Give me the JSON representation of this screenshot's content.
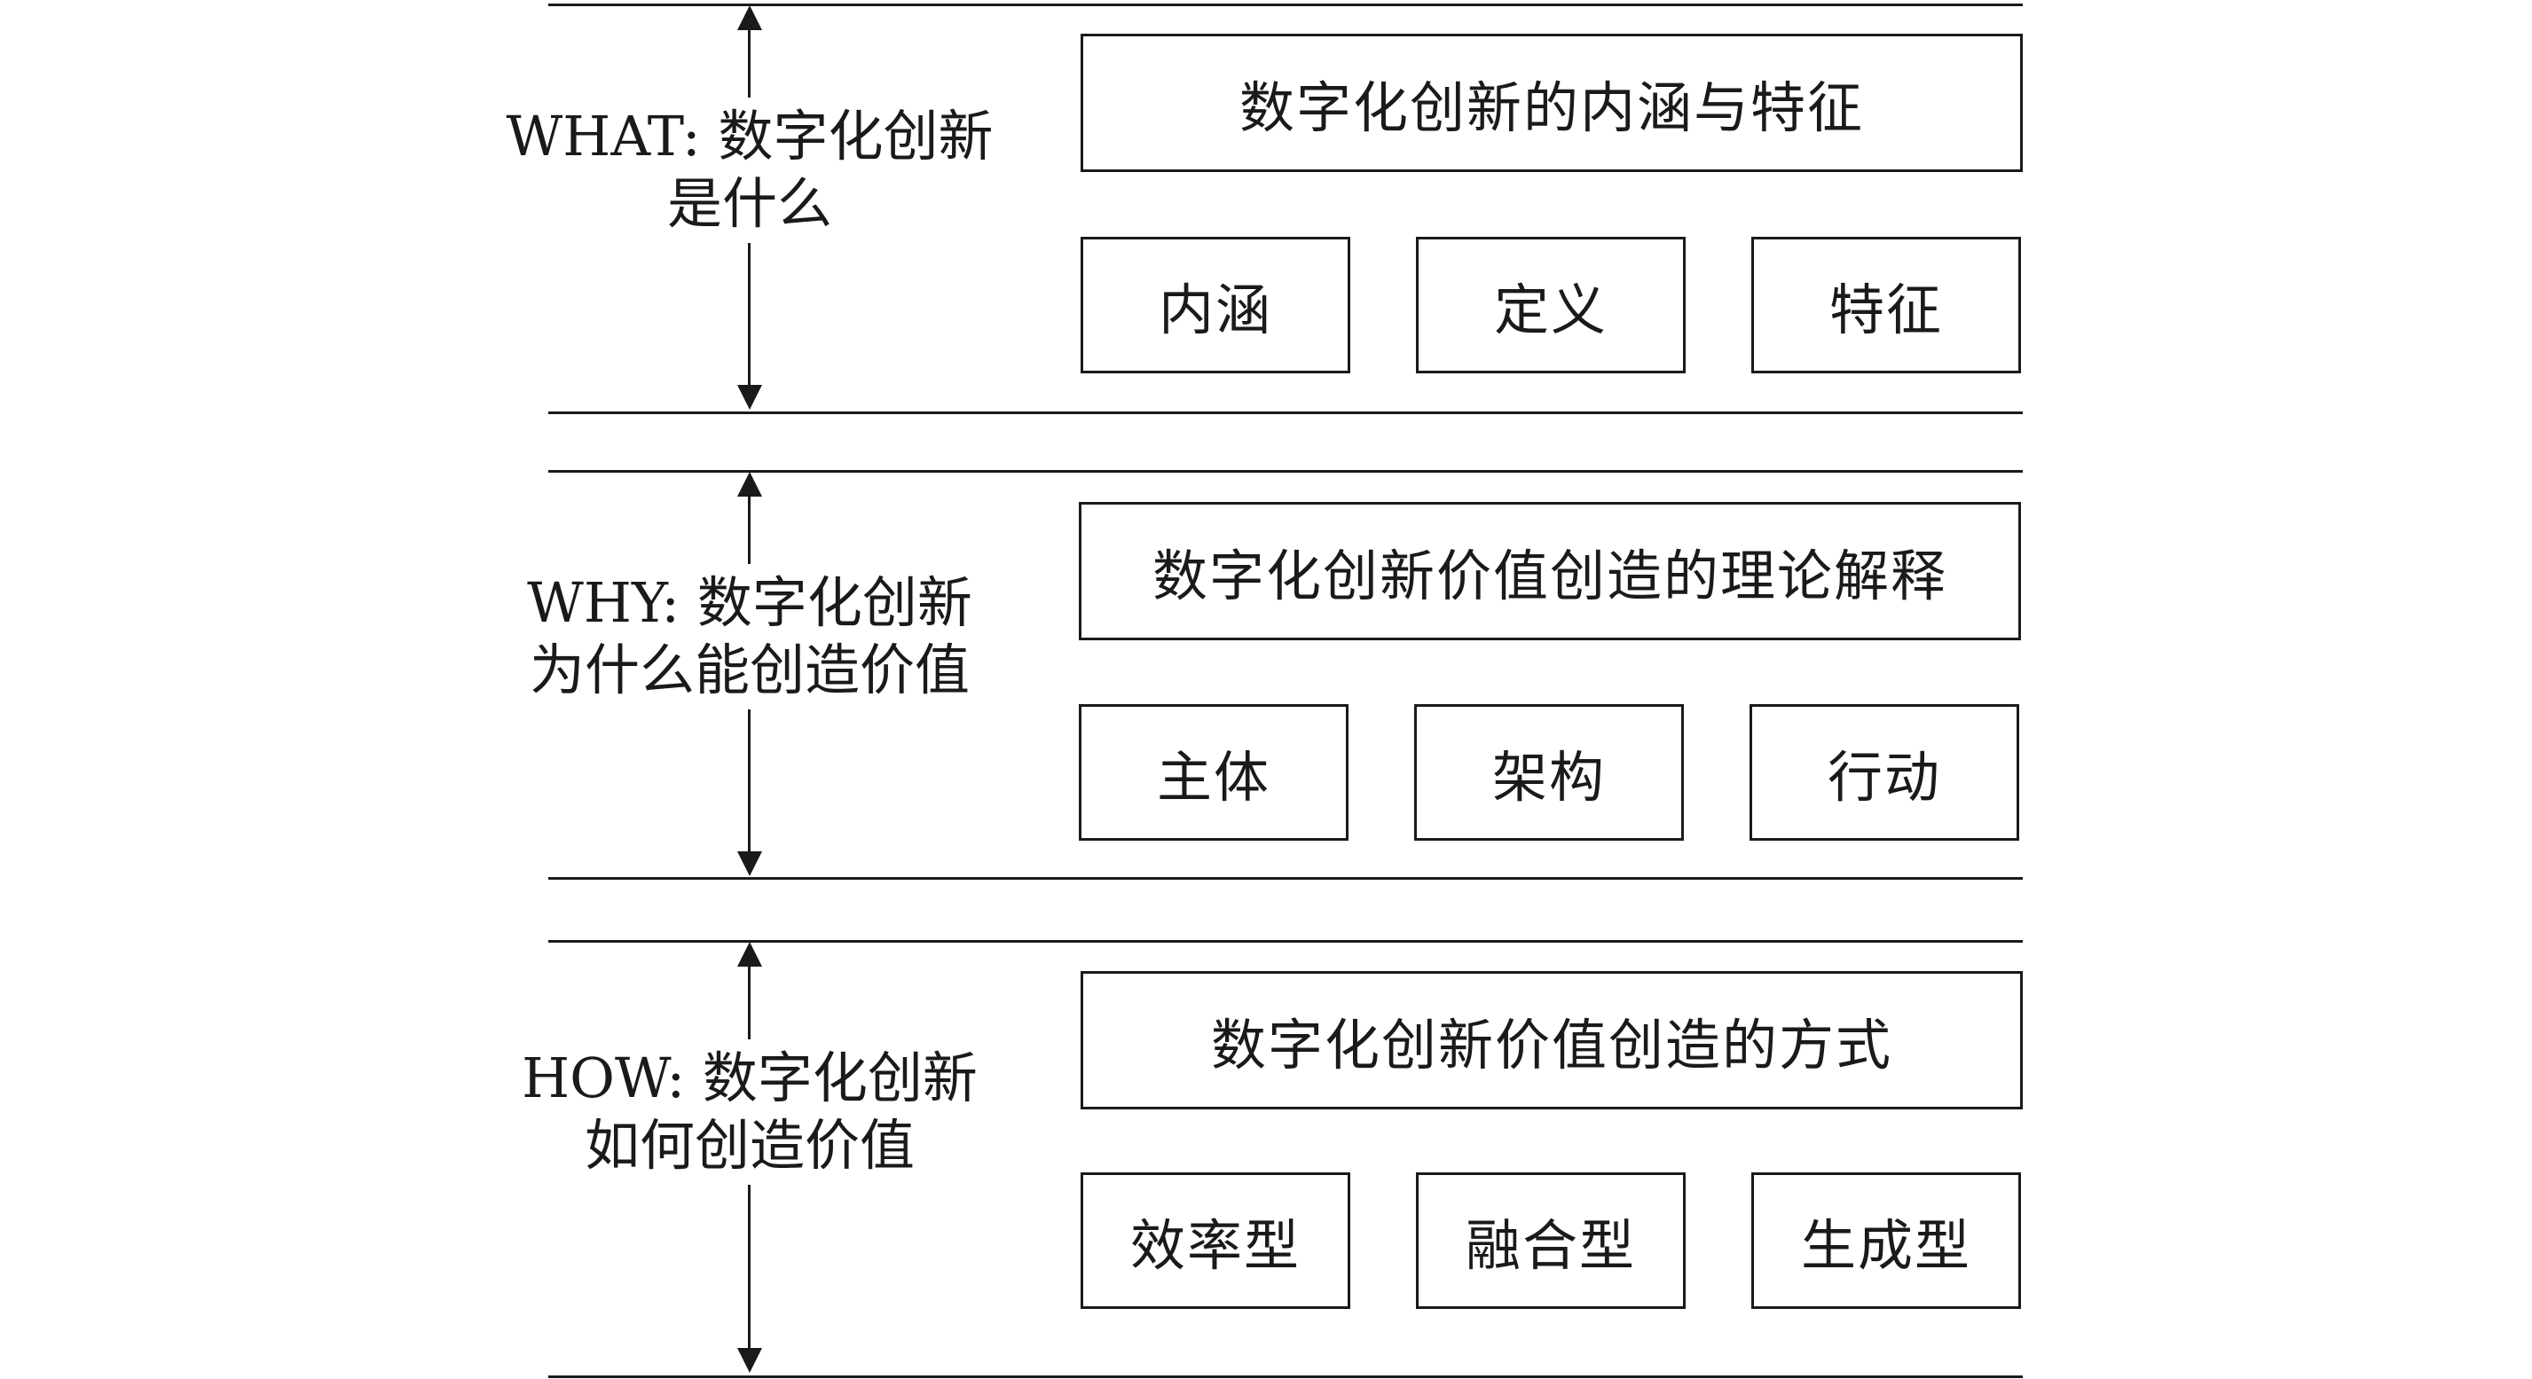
{
  "diagram": {
    "levels": [
      {
        "label_line1": "WHAT: 数字化创新",
        "label_line2": "是什么",
        "main_box": "数字化创新的内涵与特征",
        "sub_boxes": [
          "内涵",
          "定义",
          "特征"
        ]
      },
      {
        "label_line1": "WHY: 数字化创新",
        "label_line2": "为什么能创造价值",
        "main_box": "数字化创新价值创造的理论解释",
        "sub_boxes": [
          "主体",
          "架构",
          "行动"
        ]
      },
      {
        "label_line1": "HOW: 数字化创新",
        "label_line2": "如何创造价值",
        "main_box": "数字化创新价值创造的方式",
        "sub_boxes": [
          "效率型",
          "融合型",
          "生成型"
        ]
      }
    ]
  }
}
